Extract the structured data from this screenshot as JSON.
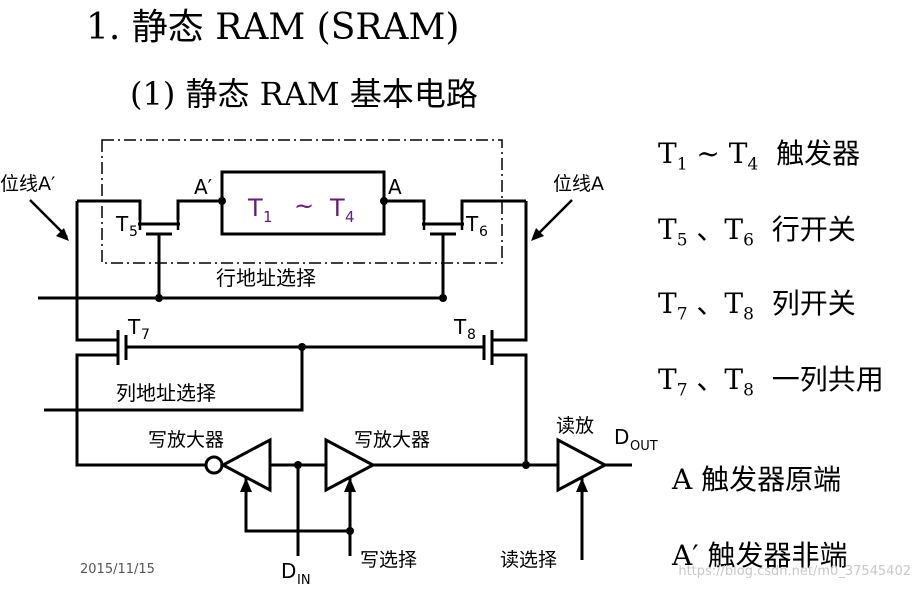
{
  "title": "1. 静态 RAM (SRAM)",
  "subtitle": "(1) 静态 RAM 基本电路",
  "legend": [
    {
      "a": "T",
      "a_sub": "1",
      "sep": " ~ T",
      "b_sub": "4",
      "text": "触发器"
    },
    {
      "a": "T",
      "a_sub": "5",
      "sep": " 、T",
      "b_sub": "6",
      "text": "行开关"
    },
    {
      "a": "T",
      "a_sub": "7",
      "sep": " 、T",
      "b_sub": "8",
      "text": "列开关"
    },
    {
      "a": "T",
      "a_sub": "7",
      "sep": " 、T",
      "b_sub": "8",
      "text": "一列共用"
    },
    {
      "text": "A  触发器原端"
    },
    {
      "text": "A′ 触发器非端"
    }
  ],
  "circuit": {
    "bitline_left": "位线A′",
    "bitline_right": "位线A",
    "node_a_prime": "A′",
    "node_a": "A",
    "flipflop": {
      "prefix": "T",
      "sub1": "1",
      "tilde": "~",
      "sub2": "4"
    },
    "t5": {
      "prefix": "T",
      "sub": "5"
    },
    "t6": {
      "prefix": "T",
      "sub": "6"
    },
    "t7": {
      "prefix": "T",
      "sub": "7"
    },
    "t8": {
      "prefix": "T",
      "sub": "8"
    },
    "row_select": "行地址选择",
    "col_select": "列地址选择",
    "write_amp_left": "写放大器",
    "write_amp_right": "写放大器",
    "read_amp": "读放",
    "dout": {
      "prefix": "D",
      "sub": "OUT"
    },
    "din": {
      "prefix": "D",
      "sub": "IN"
    },
    "write_select": "写选择",
    "read_select": "读选择"
  },
  "footer_date": "2015/11/15",
  "watermark": "https://blog.csdn.net/m0_37545402",
  "colors": {
    "flipflop_text": "#6a1b7a",
    "line": "#000000"
  }
}
